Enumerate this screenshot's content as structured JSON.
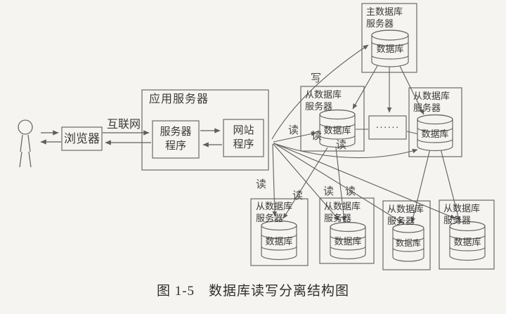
{
  "colors": {
    "background": "#f5f4f1",
    "line": "#6a6a6a",
    "text": "#3a3a3a"
  },
  "browser": {
    "label": "浏览器"
  },
  "network": {
    "label": "互联网"
  },
  "app_server": {
    "title": "应用服务器",
    "server_program": "服务器\n程序",
    "website_program": "网站\n程序"
  },
  "master_db_server": {
    "title": "主数据库\n服务器",
    "database": "数据库"
  },
  "slave_db_server": {
    "title": "从数据库\n服务器",
    "database": "数据库"
  },
  "ellipsis_box": {
    "label": "······"
  },
  "edge_labels": {
    "write": "写",
    "read": "读"
  },
  "caption": {
    "text": "图 1-5　数据库读写分离结构图"
  }
}
